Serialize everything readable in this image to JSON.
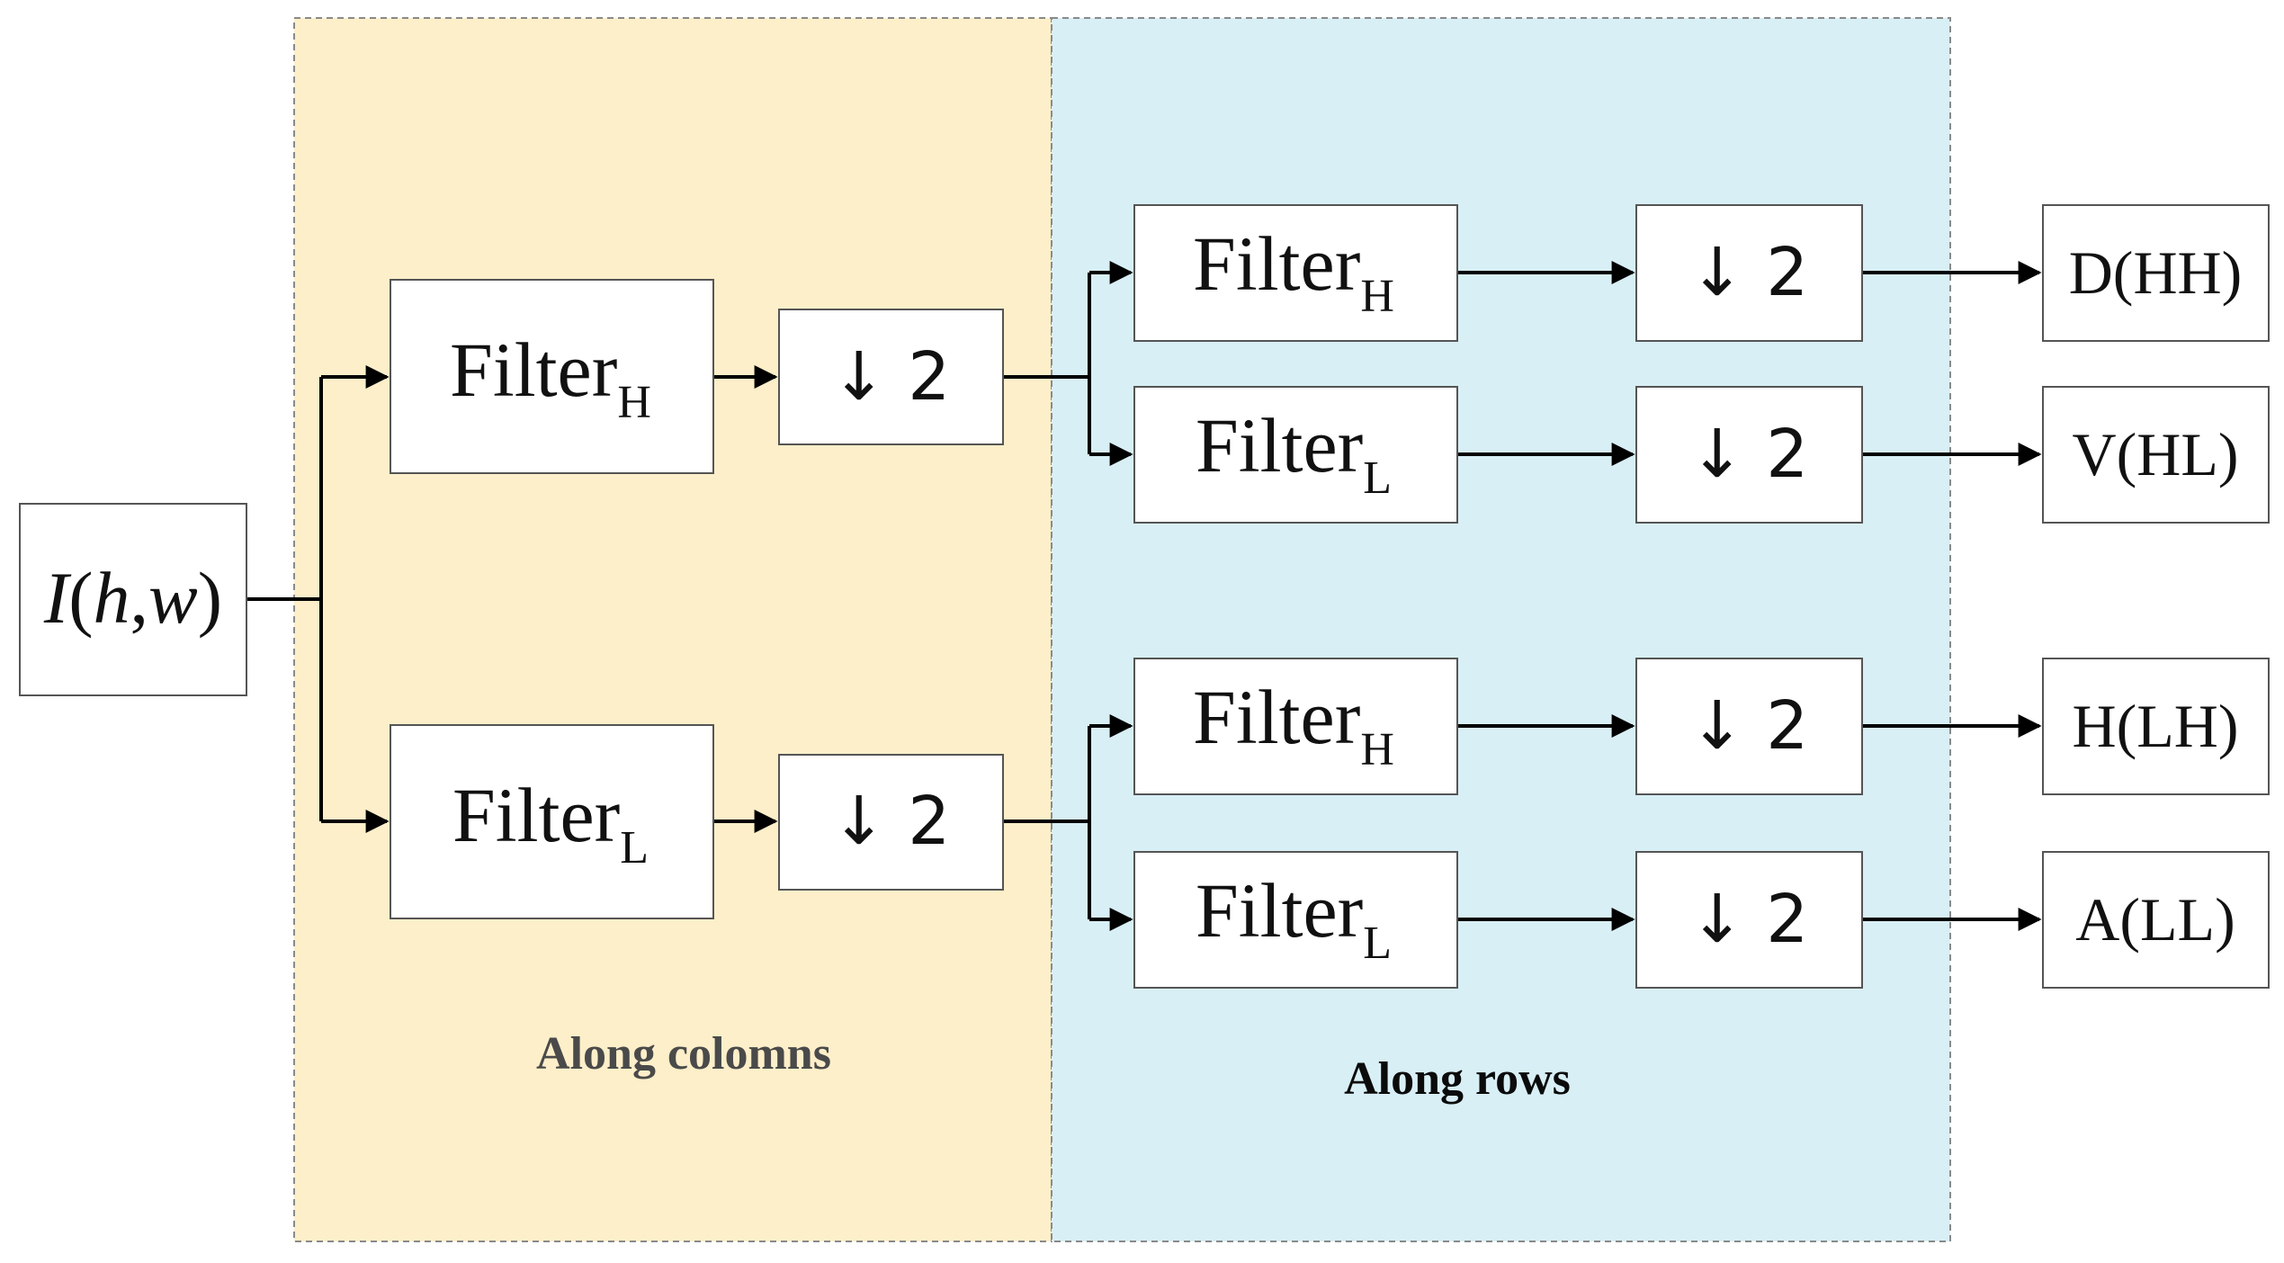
{
  "input": {
    "label_before": "I",
    "label_open": "(",
    "label_h": "h",
    "label_comma": ",",
    "label_w": "w",
    "label_close": ")"
  },
  "regions": {
    "columns_label": "Along colomns",
    "rows_label": "Along rows"
  },
  "stage1": {
    "high": {
      "filter_main": "Filter",
      "filter_sub": "H",
      "downsample": "↓ 2"
    },
    "low": {
      "filter_main": "Filter",
      "filter_sub": "L",
      "downsample": "↓ 2"
    }
  },
  "stage2": {
    "branches": [
      {
        "filter_main": "Filter",
        "filter_sub": "H",
        "downsample": "↓ 2",
        "output": "D(HH)"
      },
      {
        "filter_main": "Filter",
        "filter_sub": "L",
        "downsample": "↓ 2",
        "output": "V(HL)"
      },
      {
        "filter_main": "Filter",
        "filter_sub": "H",
        "downsample": "↓ 2",
        "output": "H(LH)"
      },
      {
        "filter_main": "Filter",
        "filter_sub": "L",
        "downsample": "↓ 2",
        "output": "A(LL)"
      }
    ]
  },
  "colors": {
    "columns_region": "#fdefc9",
    "rows_region": "#d8eff5",
    "box_fill": "#ffffff",
    "wire": "#000000"
  }
}
